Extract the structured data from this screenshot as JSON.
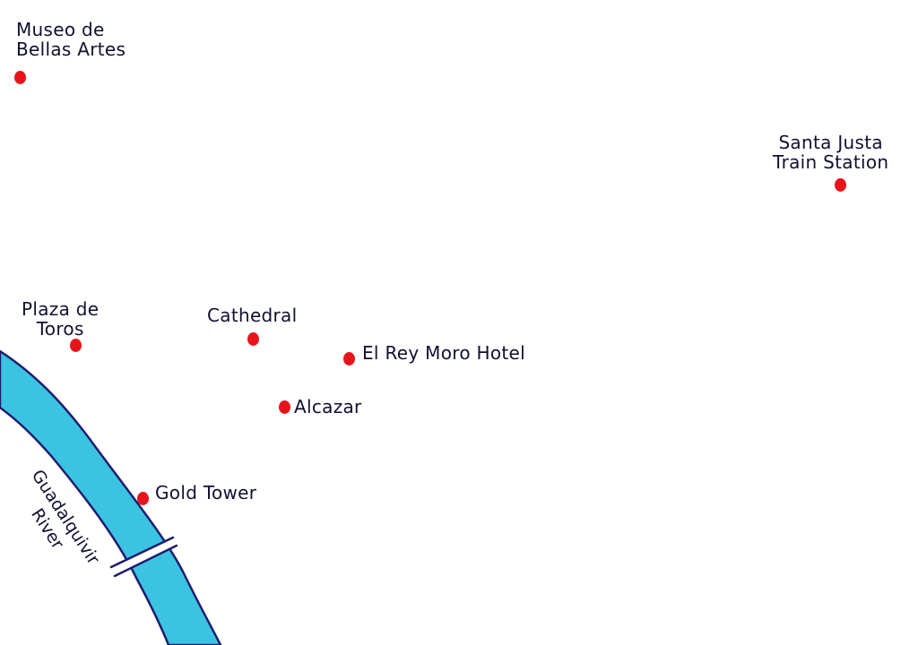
{
  "colors": {
    "background": "#ffffff",
    "marker": "#e8141c",
    "river_fill": "#3ac4e2",
    "river_outline": "#1e1d6e",
    "text": "#101030"
  },
  "river": {
    "label": "Guadalquivir\nRiver"
  },
  "places": [
    {
      "id": "museo-de-bellas-artes",
      "label": "Museo de\nBellas Artes"
    },
    {
      "id": "santa-justa-train-station",
      "label": "Santa Justa\nTrain Station"
    },
    {
      "id": "plaza-de-toros",
      "label": "Plaza de\nToros"
    },
    {
      "id": "cathedral",
      "label": "Cathedral"
    },
    {
      "id": "el-rey-moro-hotel",
      "label": "El Rey Moro Hotel"
    },
    {
      "id": "alcazar",
      "label": "Alcazar"
    },
    {
      "id": "gold-tower",
      "label": "Gold Tower"
    }
  ]
}
